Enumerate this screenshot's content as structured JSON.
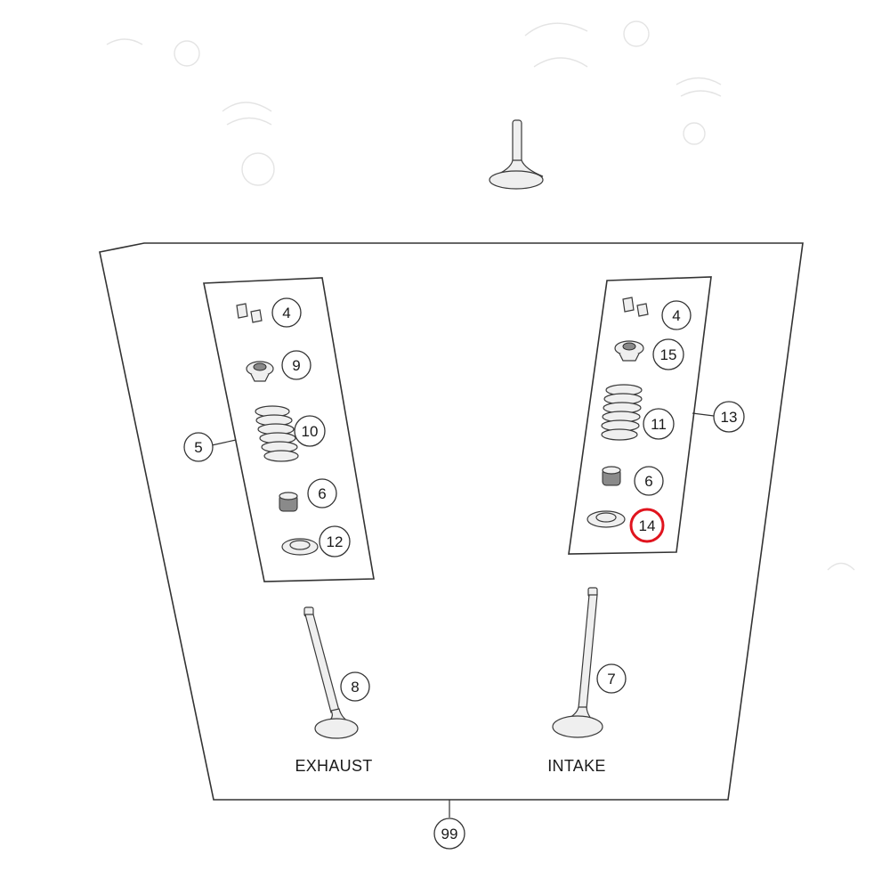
{
  "diagram": {
    "callouts": [
      {
        "id": "c-4-exhaust",
        "text": "4"
      },
      {
        "id": "c-9",
        "text": "9"
      },
      {
        "id": "c-10",
        "text": "10"
      },
      {
        "id": "c-5",
        "text": "5"
      },
      {
        "id": "c-6-exhaust",
        "text": "6"
      },
      {
        "id": "c-12",
        "text": "12"
      },
      {
        "id": "c-4-intake",
        "text": "4"
      },
      {
        "id": "c-15",
        "text": "15"
      },
      {
        "id": "c-11",
        "text": "11"
      },
      {
        "id": "c-13",
        "text": "13"
      },
      {
        "id": "c-6-intake",
        "text": "6"
      },
      {
        "id": "c-14",
        "text": "14",
        "highlighted": true
      },
      {
        "id": "c-8",
        "text": "8"
      },
      {
        "id": "c-7",
        "text": "7"
      },
      {
        "id": "c-99",
        "text": "99"
      }
    ],
    "labels": {
      "exhaust": "EXHAUST",
      "intake": "INTAKE"
    },
    "colors": {
      "line": "#333333",
      "highlight": "#e0141e",
      "part_fill": "#efefef"
    }
  }
}
